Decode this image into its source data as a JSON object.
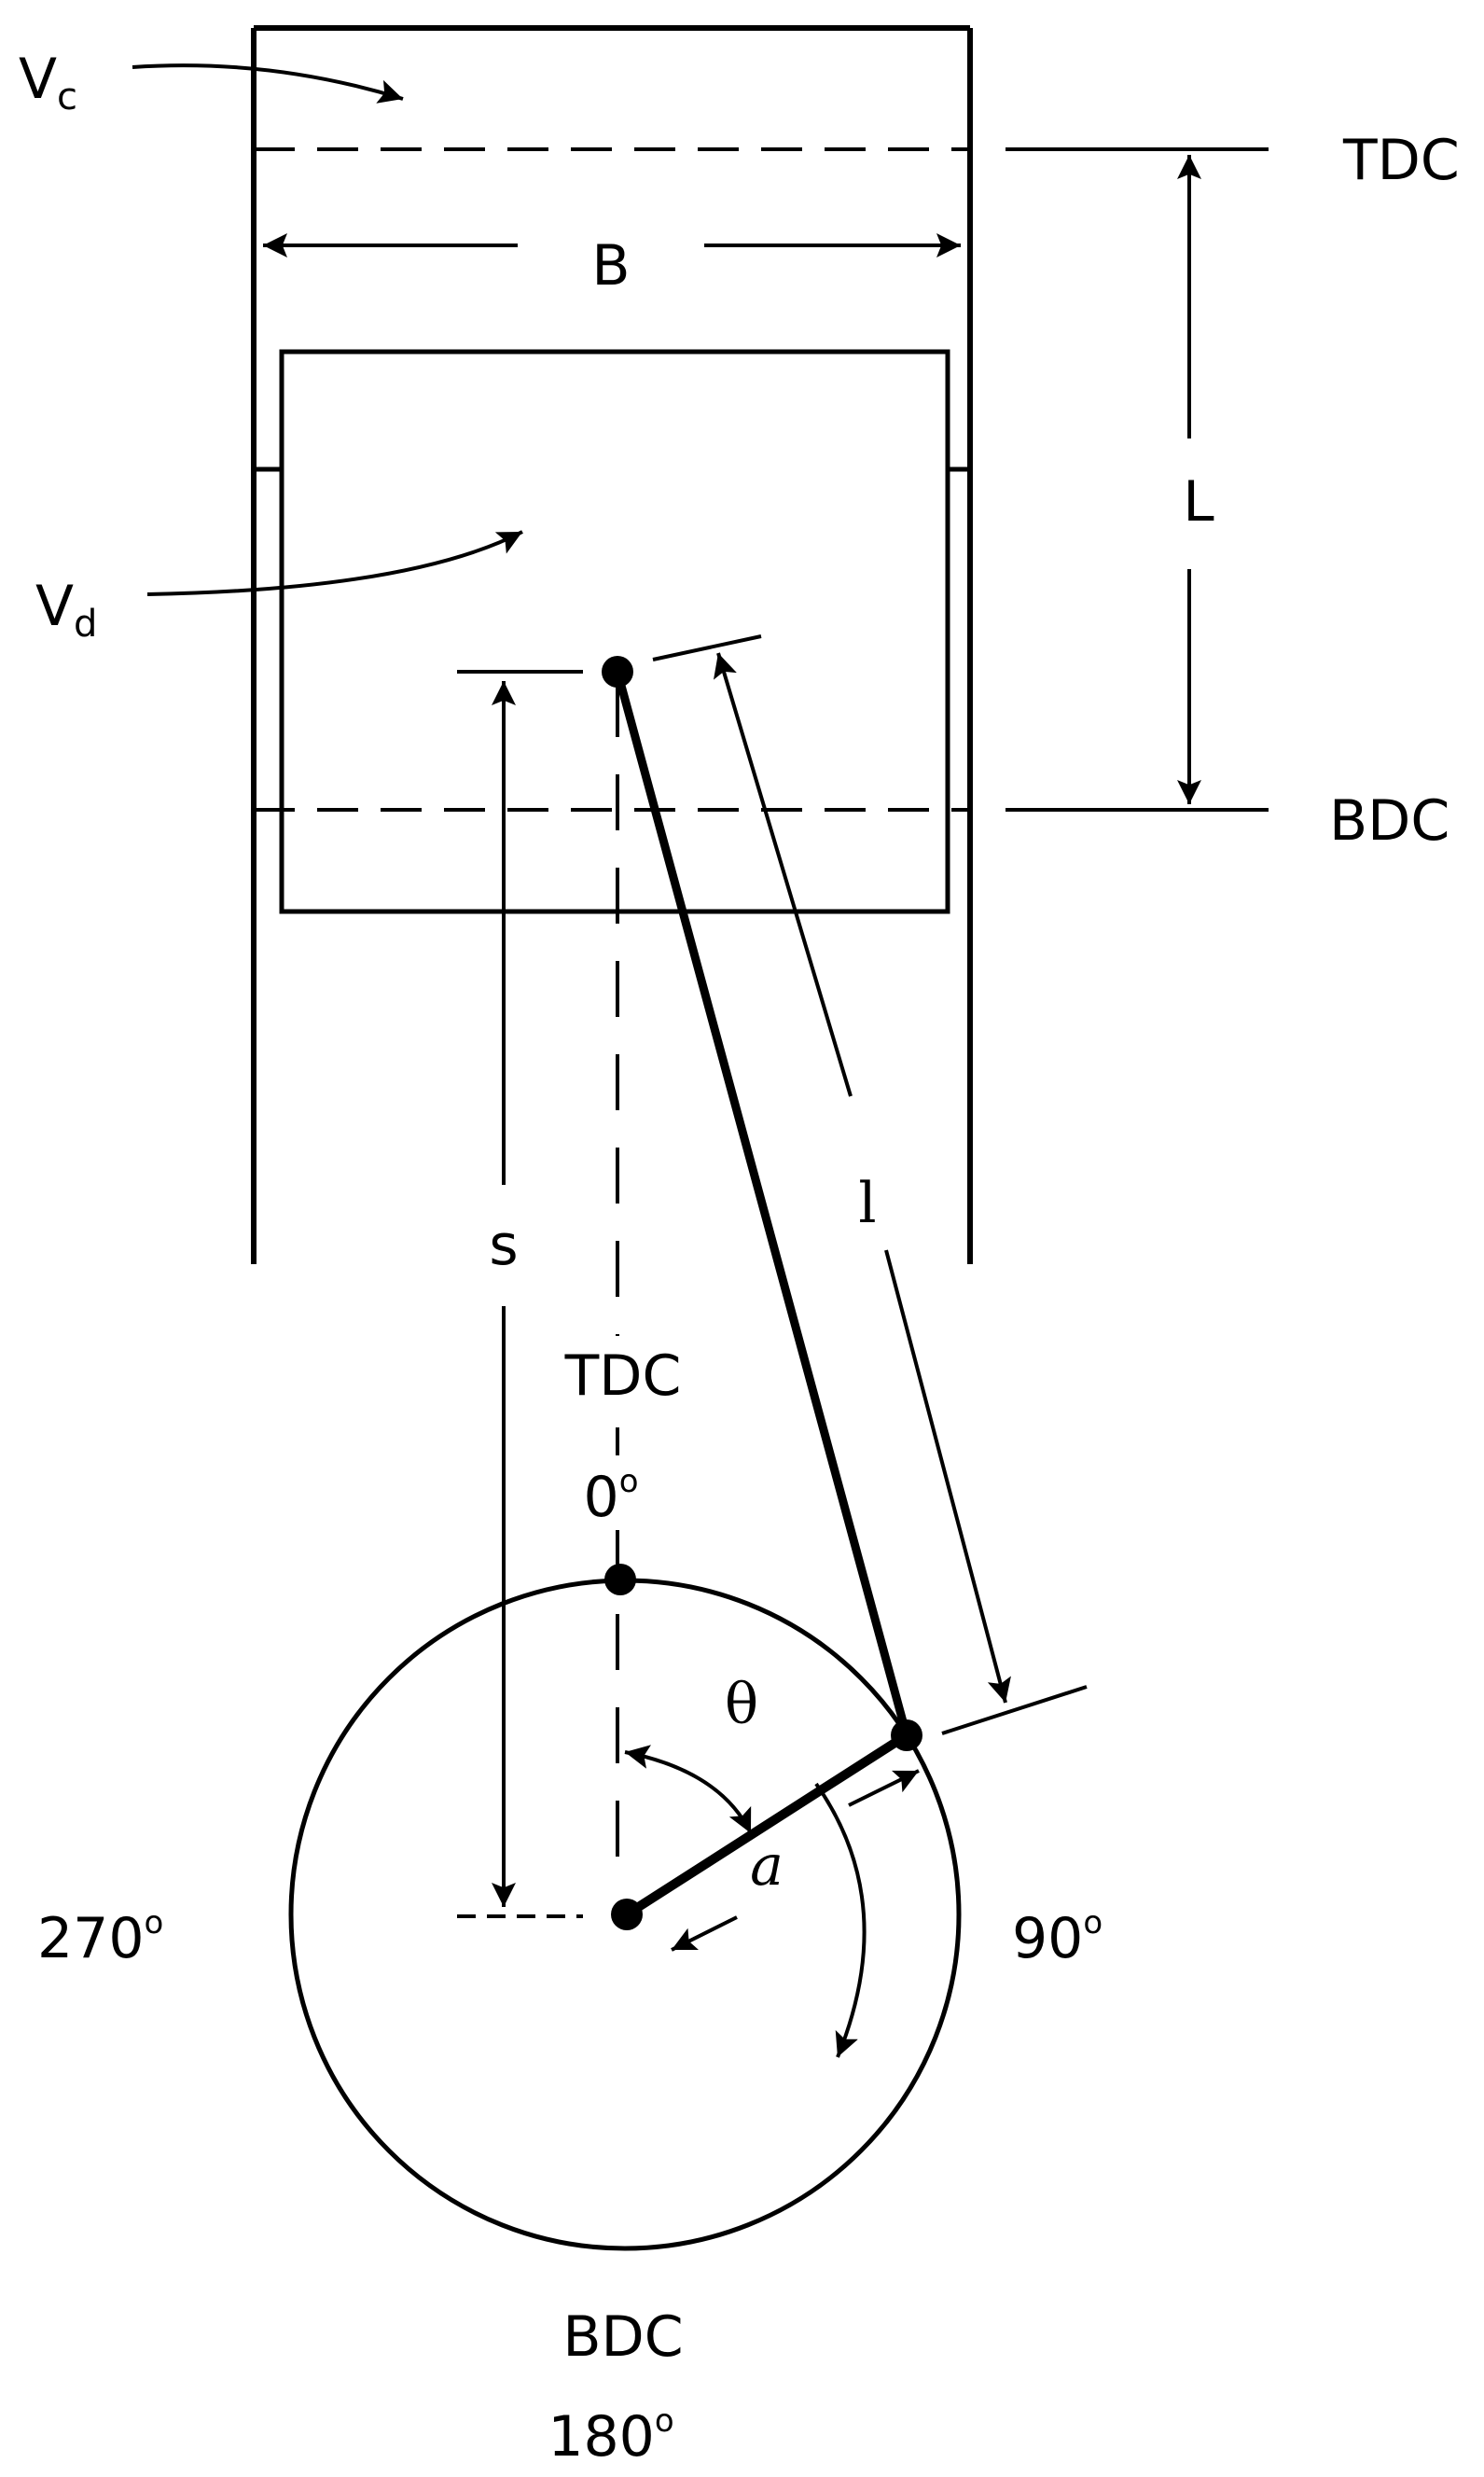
{
  "labels": {
    "vc_main": "V",
    "vc_sub": "c",
    "vd_main": "V",
    "vd_sub": "d",
    "tdc_right": "TDC",
    "bdc_right": "BDC",
    "bore": "B",
    "stroke": "L",
    "rod_length": "l",
    "distance_s": "s",
    "crank_radius": "a",
    "angle": "θ",
    "tdc_crank": "TDC",
    "deg_0": "0",
    "deg_90": "90",
    "deg_180": "180",
    "deg_270": "270",
    "bdc_crank": "BDC",
    "deg_symbol": "o"
  },
  "colors": {
    "line": "#000000",
    "background": "#ffffff"
  }
}
